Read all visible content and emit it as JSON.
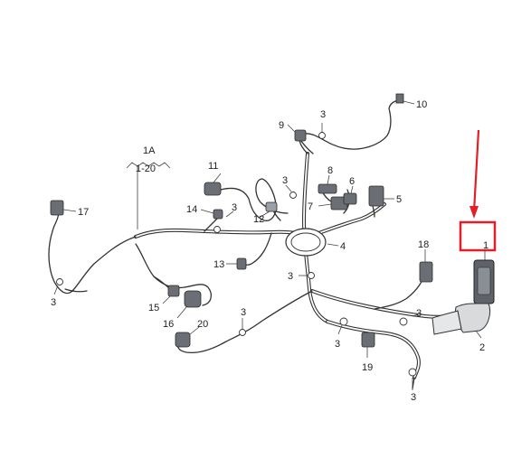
{
  "diagram": {
    "labels": {
      "l1": "1",
      "l1A": "1A",
      "l1_20": "1-20",
      "l2": "2",
      "l3a": "3",
      "l3b": "3",
      "l3c": "3",
      "l3d": "3",
      "l3e": "3",
      "l3f": "3",
      "l3g": "3",
      "l3h": "3",
      "l3i": "3",
      "l4": "4",
      "l5": "5",
      "l6": "6",
      "l7": "7",
      "l8": "8",
      "l9": "9",
      "l10": "10",
      "l11": "11",
      "l12": "12",
      "l13": "13",
      "l14": "14",
      "l15": "15",
      "l16": "16",
      "l17": "17",
      "l18": "18",
      "l19": "19",
      "l20": "20"
    },
    "highlight_color": "#e31e24",
    "line_color": "#333333"
  }
}
